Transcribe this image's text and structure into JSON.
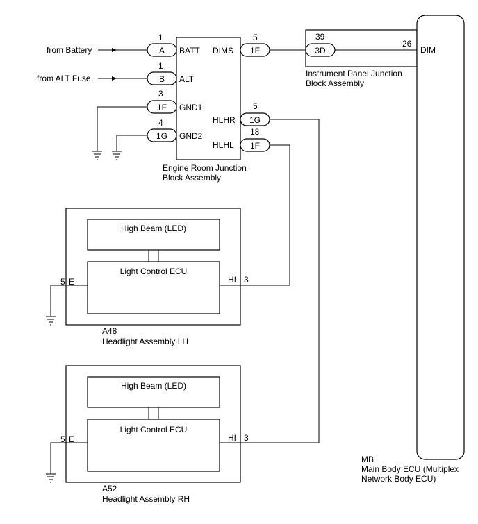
{
  "sources": {
    "battery": "from Battery",
    "alt_fuse": "from ALT Fuse"
  },
  "engine_room_jb": {
    "name_line1": "Engine Room Junction",
    "name_line2": "Block Assembly",
    "terminals": {
      "batt": {
        "label": "BATT",
        "connector": "A",
        "pin": "1"
      },
      "alt": {
        "label": "ALT",
        "connector": "B",
        "pin": "1"
      },
      "gnd1": {
        "label": "GND1",
        "connector": "1F",
        "pin": "3"
      },
      "gnd2": {
        "label": "GND2",
        "connector": "1G",
        "pin": "4"
      },
      "dims": {
        "label": "DIMS",
        "connector": "1F",
        "pin": "5"
      },
      "hlhr": {
        "label": "HLHR",
        "connector": "1G",
        "pin": "5"
      },
      "hlhl": {
        "label": "HLHL",
        "connector": "1F",
        "pin": "18"
      }
    }
  },
  "instrument_panel_jb": {
    "name_line1": "Instrument Panel Junction",
    "name_line2": "Block Assembly",
    "connector": "3D",
    "pin": "39"
  },
  "main_body_ecu": {
    "code": "MB",
    "name_line1": "Main Body ECU (Multiplex",
    "name_line2": "Network Body ECU)",
    "terminal_label": "DIM",
    "pin": "26"
  },
  "headlight_lh": {
    "code": "A48",
    "name": "Headlight Assembly LH",
    "high_beam_label": "High Beam (LED)",
    "ecu_label": "Light Control ECU",
    "e_label": "E",
    "e_pin": "5",
    "hi_label": "HI",
    "hi_pin": "3"
  },
  "headlight_rh": {
    "code": "A52",
    "name": "Headlight Assembly RH",
    "high_beam_label": "High Beam (LED)",
    "ecu_label": "Light Control ECU",
    "e_label": "E",
    "e_pin": "5",
    "hi_label": "HI",
    "hi_pin": "3"
  }
}
